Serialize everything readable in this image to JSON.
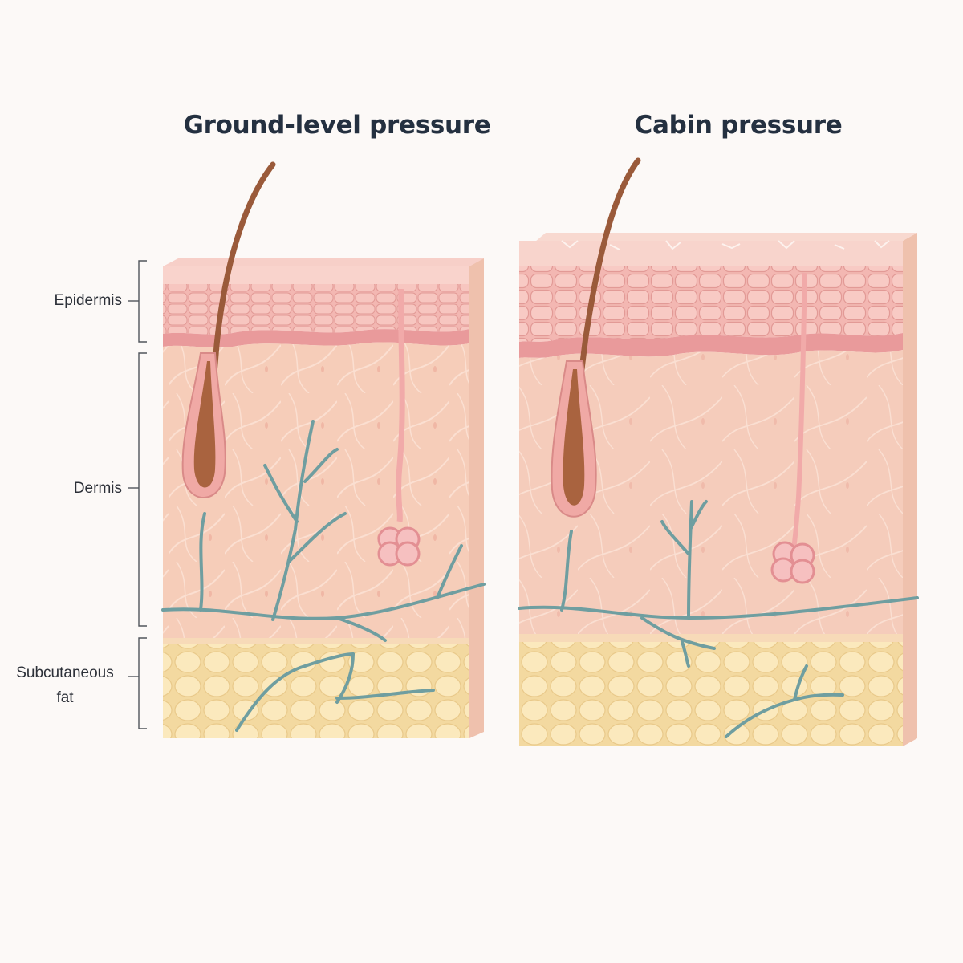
{
  "titles": {
    "left": "Ground-level pressure",
    "right": "Cabin pressure"
  },
  "layers": {
    "epidermis": "Epidermis",
    "dermis": "Dermis",
    "subcutaneous_line1": "Subcutaneous",
    "subcutaneous_line2": "fat"
  },
  "colors": {
    "background": "#fcf9f7",
    "epidermis": "#f4b9b4",
    "dermis": "#f6cdb9",
    "fat": "#f8e3b0",
    "hair": "#9a5a3a",
    "vessel": "#6f9ea0",
    "title": "#243040"
  }
}
